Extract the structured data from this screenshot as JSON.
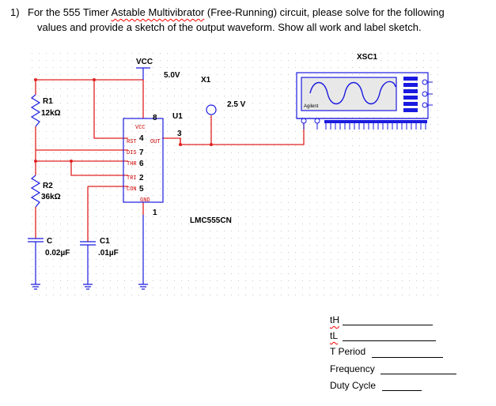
{
  "question": {
    "number": "1)",
    "line1_pre": "For the 555 Timer ",
    "line1_link": "Astable Multivibrator",
    "line1_post": " (Free-Running) circuit, please solve for the following",
    "line2": "values and provide a sketch of the output waveform.  Show all work and label sketch."
  },
  "circuit": {
    "vcc": "VCC",
    "vcc_value": "5.0V",
    "x1": "X1",
    "x1_value": "2.5 V",
    "u1": "U1",
    "ic_name": "LMC555CN",
    "scope": "XSC1",
    "scope_brand": "Agilent",
    "r1": "R1",
    "r1_value": "12kΩ",
    "r2": "R2",
    "r2_value": "36kΩ",
    "c": "C",
    "c_value": "0.02µF",
    "c1": "C1",
    "c1_value": ".01µF",
    "pins": {
      "vcc": "VCC",
      "rst": "RST",
      "out": "OUT",
      "dis": "DIS",
      "thr": "THR",
      "tri": "TRI",
      "con": "CON",
      "gnd": "GND"
    },
    "pin_numbers": {
      "p8": "8",
      "p4": "4",
      "p3": "3",
      "p7": "7",
      "p6": "6",
      "p2": "2",
      "p5": "5",
      "p1": "1"
    }
  },
  "answers": {
    "th": "tH",
    "tl": "tL",
    "period": "T Period",
    "frequency": "Frequency",
    "duty": "Duty Cycle"
  },
  "colors": {
    "wire": "#e02020",
    "component": "#1a1ae0",
    "text": "#000000"
  }
}
